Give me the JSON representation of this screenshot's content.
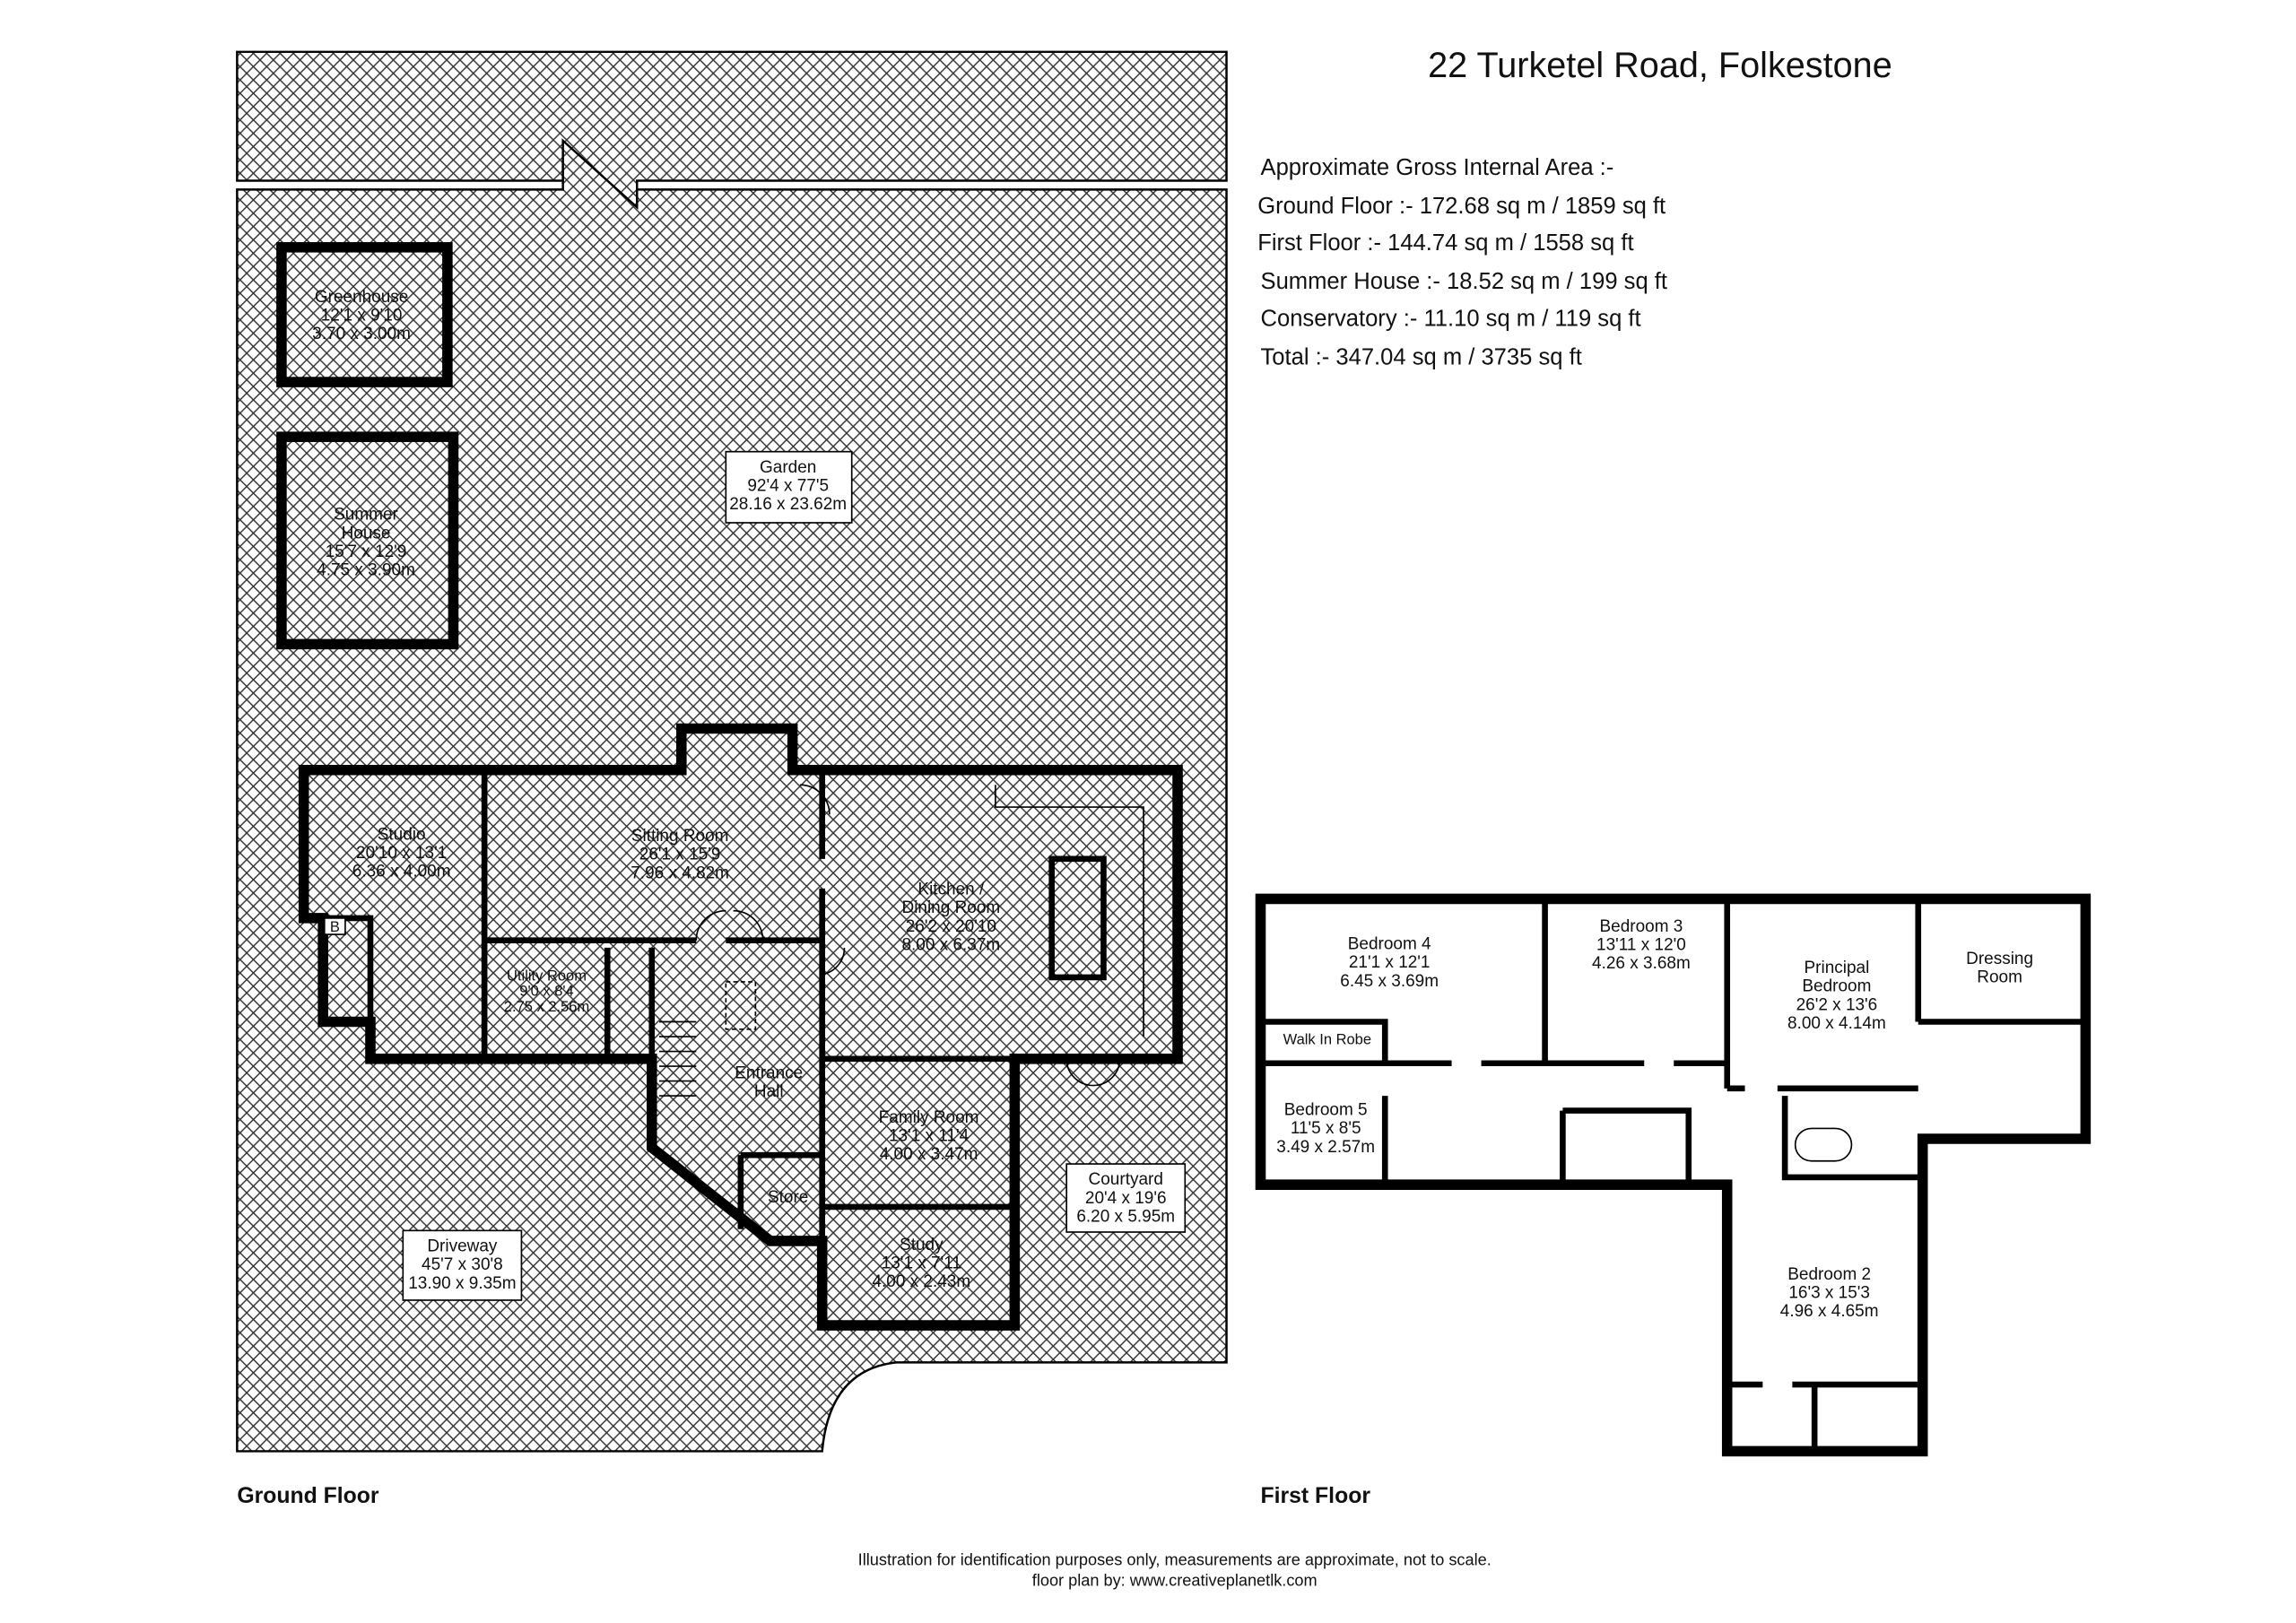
{
  "header": {
    "title": "22 Turketel Road, Folkestone"
  },
  "areas": {
    "heading": "Approximate Gross Internal Area :-",
    "lines": [
      "Ground Floor :- 172.68 sq m / 1859 sq ft",
      "First Floor :- 144.74 sq m / 1558 sq ft",
      "Summer House :- 18.52 sq m / 199 sq ft",
      "Conservatory :- 11.10 sq m / 119 sq ft",
      "Total :- 347.04 sq m / 3735 sq ft"
    ]
  },
  "ground": {
    "label": "Ground Floor",
    "boiler": "B",
    "rooms": [
      {
        "lines": [
          "Greenhouse",
          "12'1 x 9'10",
          "3.70 x 3.00m"
        ]
      },
      {
        "lines": [
          "Summer",
          "House",
          "15'7 x 12'9",
          "4.75 x 3.90m"
        ]
      },
      {
        "lines": [
          "Garden",
          "92'4 x 77'5",
          "28.16 x 23.62m"
        ]
      },
      {
        "lines": [
          "Studio",
          "20'10 x 13'1",
          "6.36 x 4.00m"
        ]
      },
      {
        "lines": [
          "Sitting Room",
          "26'1 x 15'9",
          "7.96 x 4.82m"
        ]
      },
      {
        "lines": [
          "Kitchen /",
          "Dining Room",
          "26'2 x 20'10",
          "8.00 x 6.37m"
        ]
      },
      {
        "lines": [
          "Utility Room",
          "9'0 x 8'4",
          "2.75 x 2.56m"
        ]
      },
      {
        "lines": [
          "Entrance",
          "Hall"
        ]
      },
      {
        "lines": [
          "Family Room",
          "13'1 x 11'4",
          "4.00 x 3.47m"
        ]
      },
      {
        "lines": [
          "Store"
        ]
      },
      {
        "lines": [
          "Study",
          "13'1 x 7'11",
          "4.00 x 2.43m"
        ]
      },
      {
        "lines": [
          "Courtyard",
          "20'4 x 19'6",
          "6.20 x 5.95m"
        ]
      },
      {
        "lines": [
          "Driveway",
          "45'7 x 30'8",
          "13.90 x 9.35m"
        ]
      }
    ]
  },
  "first": {
    "label": "First Floor",
    "rooms": [
      {
        "lines": [
          "Bedroom 4",
          "21'1 x 12'1",
          "6.45 x 3.69m"
        ]
      },
      {
        "lines": [
          "Bedroom 3",
          "13'11 x 12'0",
          "4.26 x 3.68m"
        ]
      },
      {
        "lines": [
          "Principal",
          "Bedroom",
          "26'2 x 13'6",
          "8.00 x 4.14m"
        ]
      },
      {
        "lines": [
          "Dressing",
          "Room"
        ]
      },
      {
        "lines": [
          "Walk In Robe"
        ]
      },
      {
        "lines": [
          "Bedroom 5",
          "11'5 x 8'5",
          "3.49 x 2.57m"
        ]
      },
      {
        "lines": [
          "Bedroom 2",
          "16'3 x 15'3",
          "4.96 x 4.65m"
        ]
      }
    ]
  },
  "footer": {
    "disclaimer": "Illustration for identification purposes only, measurements are approximate, not to scale.",
    "credit": "floor plan by: www.creativeplanetlk.com"
  }
}
